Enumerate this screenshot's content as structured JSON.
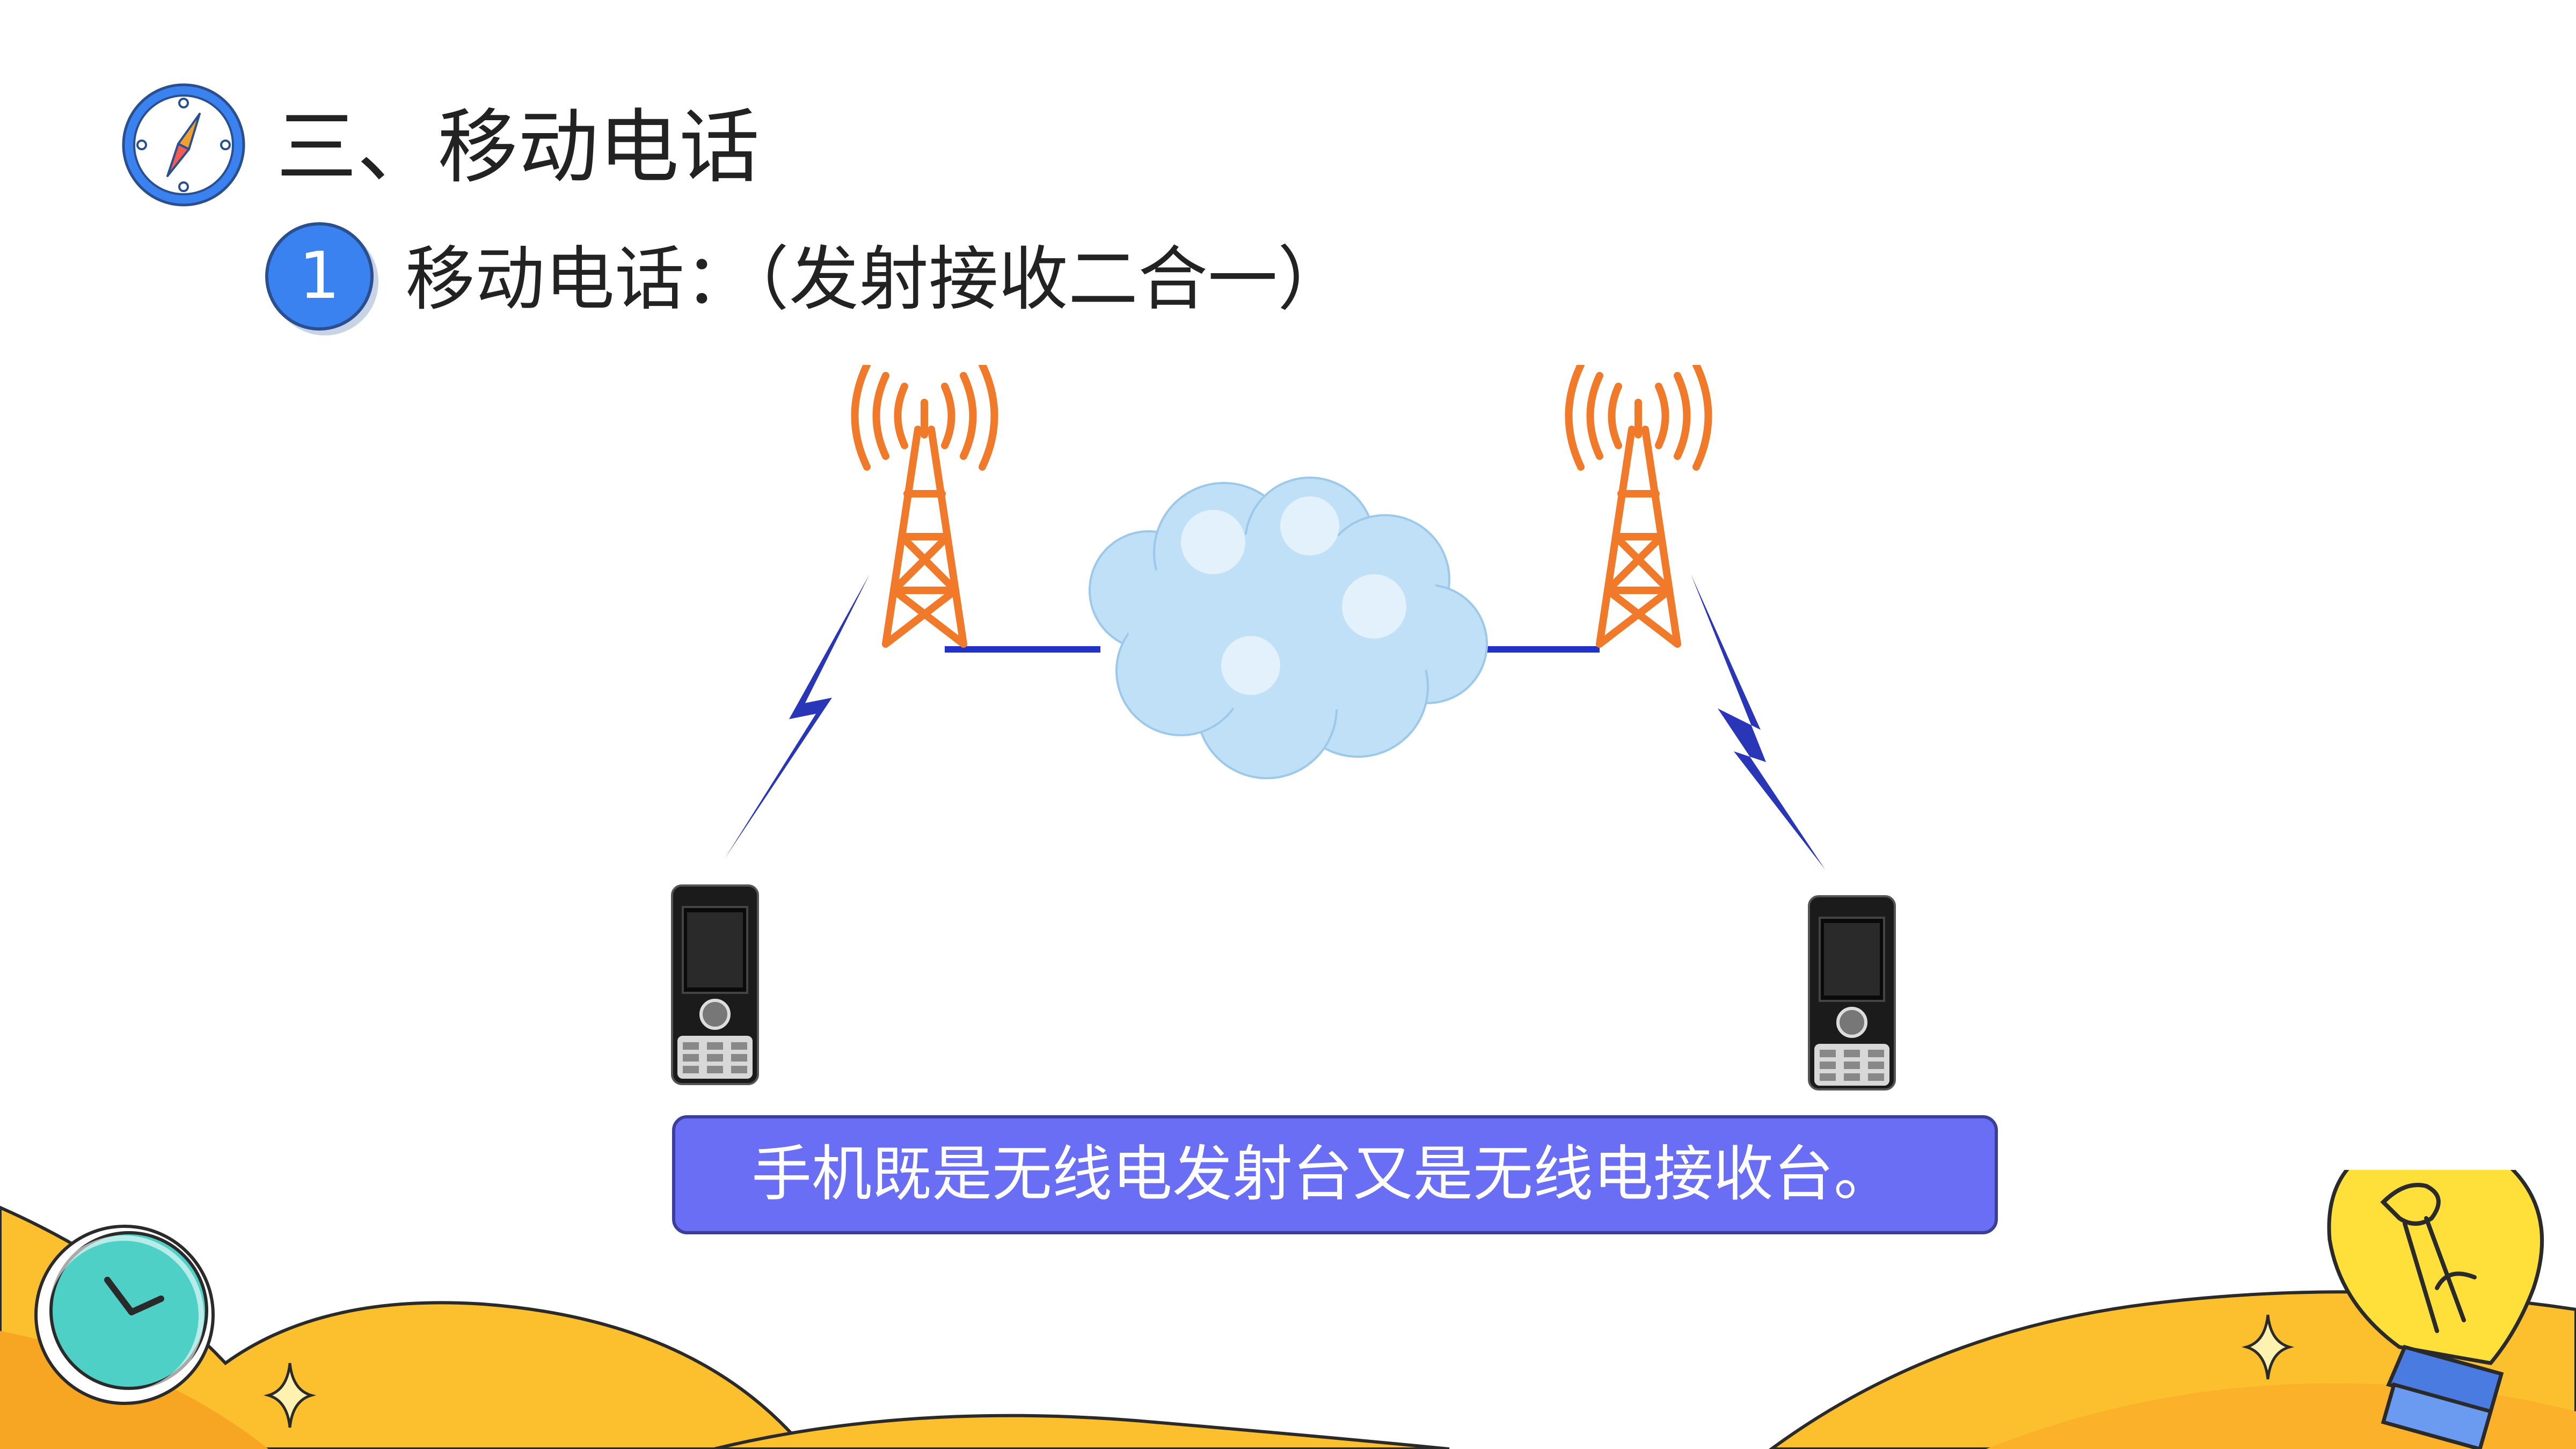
{
  "section": {
    "title": "三、移动电话",
    "icon": "compass-icon"
  },
  "step": {
    "number": "1",
    "title": "移动电话：（发射接收二合一）"
  },
  "diagram": {
    "elements": [
      "tower-icon",
      "cloud-icon",
      "lightning-icon",
      "mobile-phone-icon"
    ]
  },
  "caption": "手机既是无线电发射台又是无线电接收台。",
  "decorations": [
    "clock-icon",
    "light-bulb-icon",
    "sparkle-icon"
  ],
  "colors": {
    "accent_blue": "#3a82f0",
    "caption_bg": "#6a6ef5",
    "tower_orange": "#f07a2a",
    "decor_yellow": "#fbb832"
  }
}
